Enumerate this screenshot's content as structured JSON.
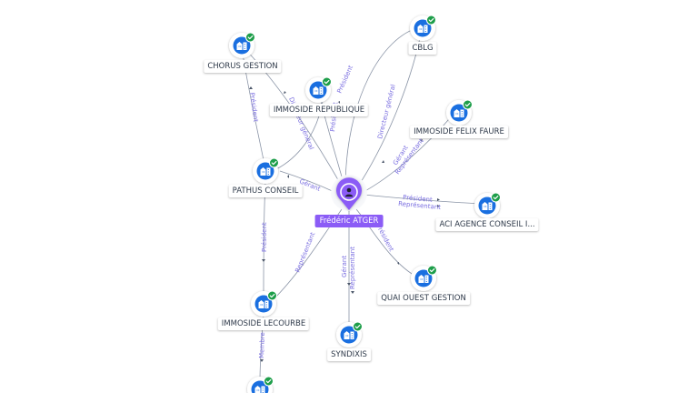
{
  "person": {
    "name": "Frédéric ATGER",
    "icon": "person-icon",
    "color": "#8b5cf6"
  },
  "companies": [
    {
      "id": "chorus",
      "name": "CHORUS GESTION",
      "icon": "building-icon",
      "verified": true
    },
    {
      "id": "cblg",
      "name": "CBLG",
      "icon": "building-icon",
      "verified": true
    },
    {
      "id": "republique",
      "name": "IMMOSIDE REPUBLIQUE",
      "icon": "building-icon",
      "verified": true
    },
    {
      "id": "felix",
      "name": "IMMOSIDE FELIX FAURE",
      "icon": "building-icon",
      "verified": true
    },
    {
      "id": "pathus",
      "name": "PATHUS CONSEIL",
      "icon": "building-icon",
      "verified": true
    },
    {
      "id": "aci",
      "name": "ACI AGENCE CONSEIL I...",
      "icon": "building-icon",
      "verified": true
    },
    {
      "id": "quai",
      "name": "QUAI OUEST GESTION",
      "icon": "building-icon",
      "verified": true
    },
    {
      "id": "lecourbe",
      "name": "IMMOSIDE LECOURBE",
      "icon": "building-icon",
      "verified": true
    },
    {
      "id": "syndixis",
      "name": "SYNDIXIS",
      "icon": "building-icon",
      "verified": true
    },
    {
      "id": "bottom",
      "name": "",
      "icon": "building-icon",
      "verified": true
    }
  ],
  "edge_labels": {
    "chorus_dg": "Directeur général",
    "chorus_pathus": "Président",
    "cblg_pres": "Président",
    "cblg_dg": "Directeur général",
    "republique_pres": "Président",
    "felix_gerant": "Gérant",
    "felix_rep": "Représentant",
    "pathus_gerant": "Gérant",
    "aci_pres": "Président",
    "aci_rep": "Représentant",
    "quai": "Président",
    "pathus_lecourbe": "Président",
    "lecourbe_rep": "Représentant",
    "syndixis_gerant": "Gérant",
    "syndixis_rep": "Représentant",
    "lecourbe_membre": "Membre"
  },
  "colors": {
    "node_blue": "#1a6fe0",
    "verified_green": "#1e9e4a",
    "edge": "#8a94a6",
    "edge_label": "#7a6ee0"
  }
}
